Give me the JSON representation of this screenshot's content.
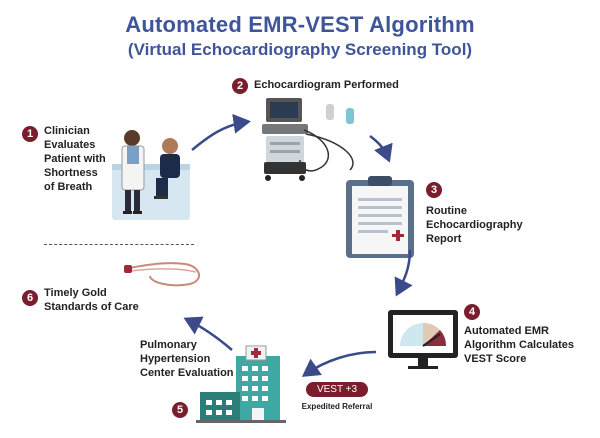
{
  "title": "Automated EMR-VEST Algorithm",
  "subtitle": "(Virtual Echocardiography Screening Tool)",
  "steps": [
    {
      "number": "1",
      "lines": [
        "Clinician",
        "Evaluates",
        "Patient with",
        "Shortness",
        "of Breath"
      ]
    },
    {
      "number": "2",
      "lines": [
        "Echocardiogram Performed"
      ]
    },
    {
      "number": "3",
      "lines": [
        "Routine",
        "Echocardiography",
        "Report"
      ]
    },
    {
      "number": "4",
      "lines": [
        "Automated EMR",
        "Algorithm Calculates",
        "VEST Score"
      ]
    },
    {
      "number": "5",
      "lines": [
        "Pulmonary",
        "Hypertension",
        "Center Evaluation"
      ]
    },
    {
      "number": "6",
      "lines": [
        "Timely Gold",
        "Standards of Care"
      ]
    }
  ],
  "referral": {
    "badge": "VEST +3",
    "caption": "Expedited Referral"
  },
  "colors": {
    "title": "#3f559a",
    "badge": "#7a1e2e",
    "arrow": "#3a4a8a"
  }
}
